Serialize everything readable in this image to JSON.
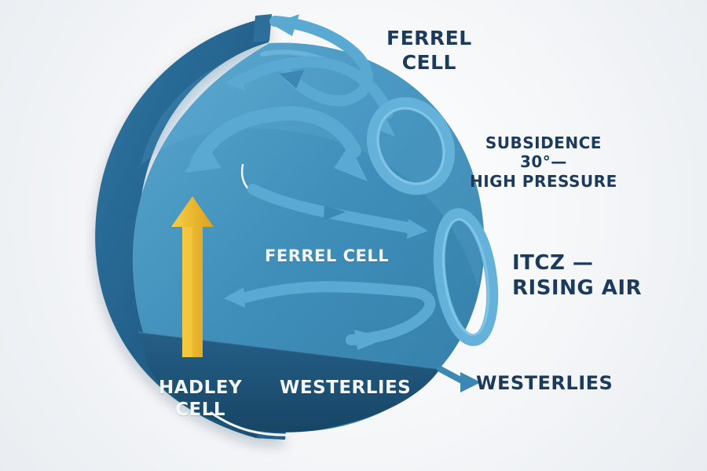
{
  "labels": {
    "ferrel_top": [
      "FERREL",
      "CELL"
    ],
    "subsidence": [
      "SUBSIDENCE",
      "30°—",
      "HIGH PRESSURE"
    ],
    "itcz": [
      "ITCZ —",
      "RISING AIR"
    ],
    "ferrel_center": "FERREL CELL",
    "hadley": [
      "HADLEY",
      "CELL"
    ],
    "westerlies_disc": "WESTERLIES",
    "westerlies_right": "WESTERLIES"
  },
  "colors": {
    "disc_dark": "#1f5a84",
    "disc_face": "#3f8fba",
    "disc_face_light": "#5aa7cf",
    "arrow_blue": "#5aa9d3",
    "arrow_blue_dark": "#3c87b3",
    "ring_blue": "#64b2da",
    "band_dark": "#1c4f72",
    "yellow_arrow": "#f2c230",
    "yellow_arrow_dark": "#d9a21c",
    "text_dark": "#1b3a5c",
    "text_light": "#f2f7fb"
  },
  "icons": {
    "circulation_loops": "curved-arrow-icon",
    "rising_air": "up-arrow-icon",
    "westerlies": "right-arrow-icon"
  }
}
